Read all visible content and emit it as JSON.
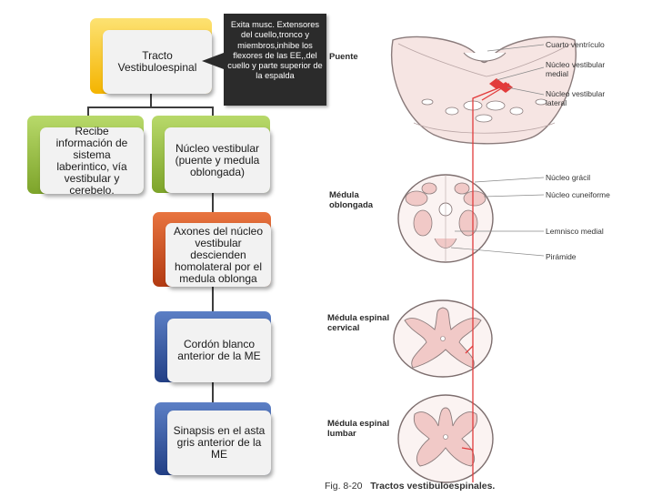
{
  "diagram": {
    "root": "Tracto Vestibuloespinal",
    "callout": "Exita musc. Extensores del cuello,tronco y miembros,inhibe los flexores de las EE,,del cuello y parte superior de la espalda",
    "branch_left": "Recibe información de sistema laberintico, vía vestibular y cerebelo.",
    "branch_right": "Núcleo vestibular (puente y medula oblongada)",
    "step_1": "Axones del núcleo vestibular descienden homolateral por el medula oblonga",
    "step_2": "Cordón blanco anterior de la ME",
    "step_3": "Sinapsis en el asta gris anterior de la ME"
  },
  "figure": {
    "sections": {
      "puente": "Puente",
      "medula_oblongada": "Médula oblongada",
      "medula_cervical": "Médula espinal cervical",
      "medula_lumbar": "Médula espinal lumbar"
    },
    "labels": {
      "cuarto_ventriculo": "Cuarto ventrículo",
      "nucleo_vestibular_medial": "Núcleo vestibular medial",
      "nucleo_vestibular_lateral": "Núcleo vestibular lateral",
      "nucleo_gracil": "Núcleo grácil",
      "nucleo_cuneiforme": "Núcleo cuneiforme",
      "lemnisco_medial": "Lemnisco medial",
      "piramide": "Pirámide"
    },
    "caption_fig": "Fig. 8-20",
    "caption_title": "Tractos vestibuloespinales.",
    "tract_color": "#e23b3b"
  }
}
